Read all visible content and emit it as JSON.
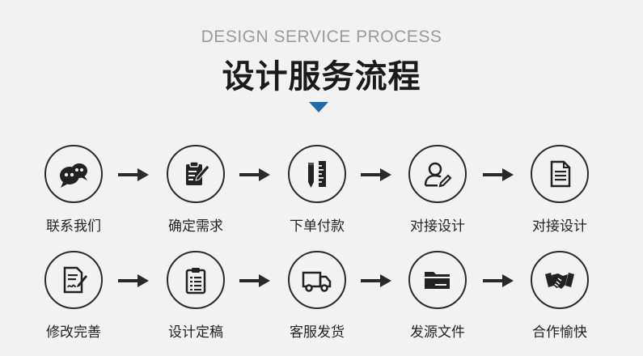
{
  "header": {
    "subtitle": "DESIGN SERVICE PROCESS",
    "title": "设计服务流程",
    "accent_color": "#1f6aa8"
  },
  "rows": [
    [
      {
        "label": "联系我们",
        "icon": "chat-bubbles-icon"
      },
      {
        "label": "确定需求",
        "icon": "clipboard-pen-icon"
      },
      {
        "label": "下单付款",
        "icon": "pencil-ruler-icon"
      },
      {
        "label": "对接设计",
        "icon": "user-edit-icon"
      },
      {
        "label": "对接设计",
        "icon": "document-icon"
      }
    ],
    [
      {
        "label": "修改完善",
        "icon": "document-signature-icon"
      },
      {
        "label": "设计定稿",
        "icon": "clipboard-list-icon"
      },
      {
        "label": "客服发货",
        "icon": "truck-icon"
      },
      {
        "label": "发源文件",
        "icon": "folder-icon"
      },
      {
        "label": "合作愉快",
        "icon": "handshake-icon"
      }
    ]
  ]
}
